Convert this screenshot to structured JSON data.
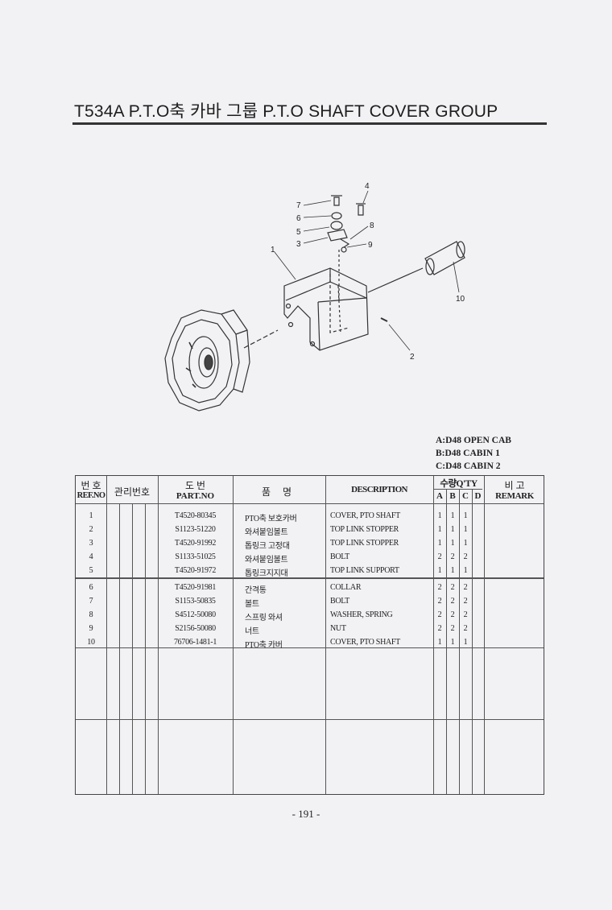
{
  "header": {
    "title": "T534A P.T.O축 카바 그룹 P.T.O SHAFT COVER GROUP"
  },
  "diagram": {
    "callouts": [
      "7",
      "6",
      "5",
      "3",
      "1",
      "4",
      "8",
      "9",
      "10",
      "2"
    ]
  },
  "legend": [
    "A:D48 OPEN CAB",
    "B:D48 CABIN 1",
    "C:D48 CABIN 2"
  ],
  "table": {
    "headers": {
      "ref_ko": "번 호",
      "ref_en": "REF.NO",
      "mgmt": "관리번호",
      "part_ko": "도 번",
      "part_en": "PART.NO",
      "name_ko": "품 명",
      "desc": "DESCRIPTION",
      "qty": "수량Q'TY",
      "qa": "A",
      "qb": "B",
      "qc": "C",
      "qd": "D",
      "remark_ko": "비 고",
      "remark_en": "REMARK"
    },
    "rows": [
      {
        "ref": "1",
        "part": "T4520-80345",
        "name": "PTO축 보호카버",
        "desc": "COVER, PTO SHAFT",
        "a": "1",
        "b": "1",
        "c": "1"
      },
      {
        "ref": "2",
        "part": "S1123-51220",
        "name": "와셔붙임볼트",
        "desc": "TOP LINK STOPPER",
        "a": "1",
        "b": "1",
        "c": "1"
      },
      {
        "ref": "3",
        "part": "T4520-91992",
        "name": "톱링크 고정대",
        "desc": "TOP LINK STOPPER",
        "a": "1",
        "b": "1",
        "c": "1"
      },
      {
        "ref": "4",
        "part": "S1133-51025",
        "name": "와셔붙임볼트",
        "desc": "BOLT",
        "a": "2",
        "b": "2",
        "c": "2"
      },
      {
        "ref": "5",
        "part": "T4520-91972",
        "name": "톱링크지지대",
        "desc": "TOP LINK SUPPORT",
        "a": "1",
        "b": "1",
        "c": "1"
      },
      {
        "ref": "6",
        "part": "T4520-91981",
        "name": "간격통",
        "desc": "COLLAR",
        "a": "2",
        "b": "2",
        "c": "2"
      },
      {
        "ref": "7",
        "part": "S1153-50835",
        "name": "볼트",
        "desc": "BOLT",
        "a": "2",
        "b": "2",
        "c": "2"
      },
      {
        "ref": "8",
        "part": "S4512-50080",
        "name": "스프링 와셔",
        "desc": "WASHER, SPRING",
        "a": "2",
        "b": "2",
        "c": "2"
      },
      {
        "ref": "9",
        "part": "S2156-50080",
        "name": "너트",
        "desc": "NUT",
        "a": "2",
        "b": "2",
        "c": "2"
      },
      {
        "ref": "10",
        "part": "76706-1481-1",
        "name": "PTO축 카버",
        "desc": "COVER, PTO SHAFT",
        "a": "1",
        "b": "1",
        "c": "1"
      }
    ]
  },
  "footer": {
    "page": "- 191 -"
  }
}
